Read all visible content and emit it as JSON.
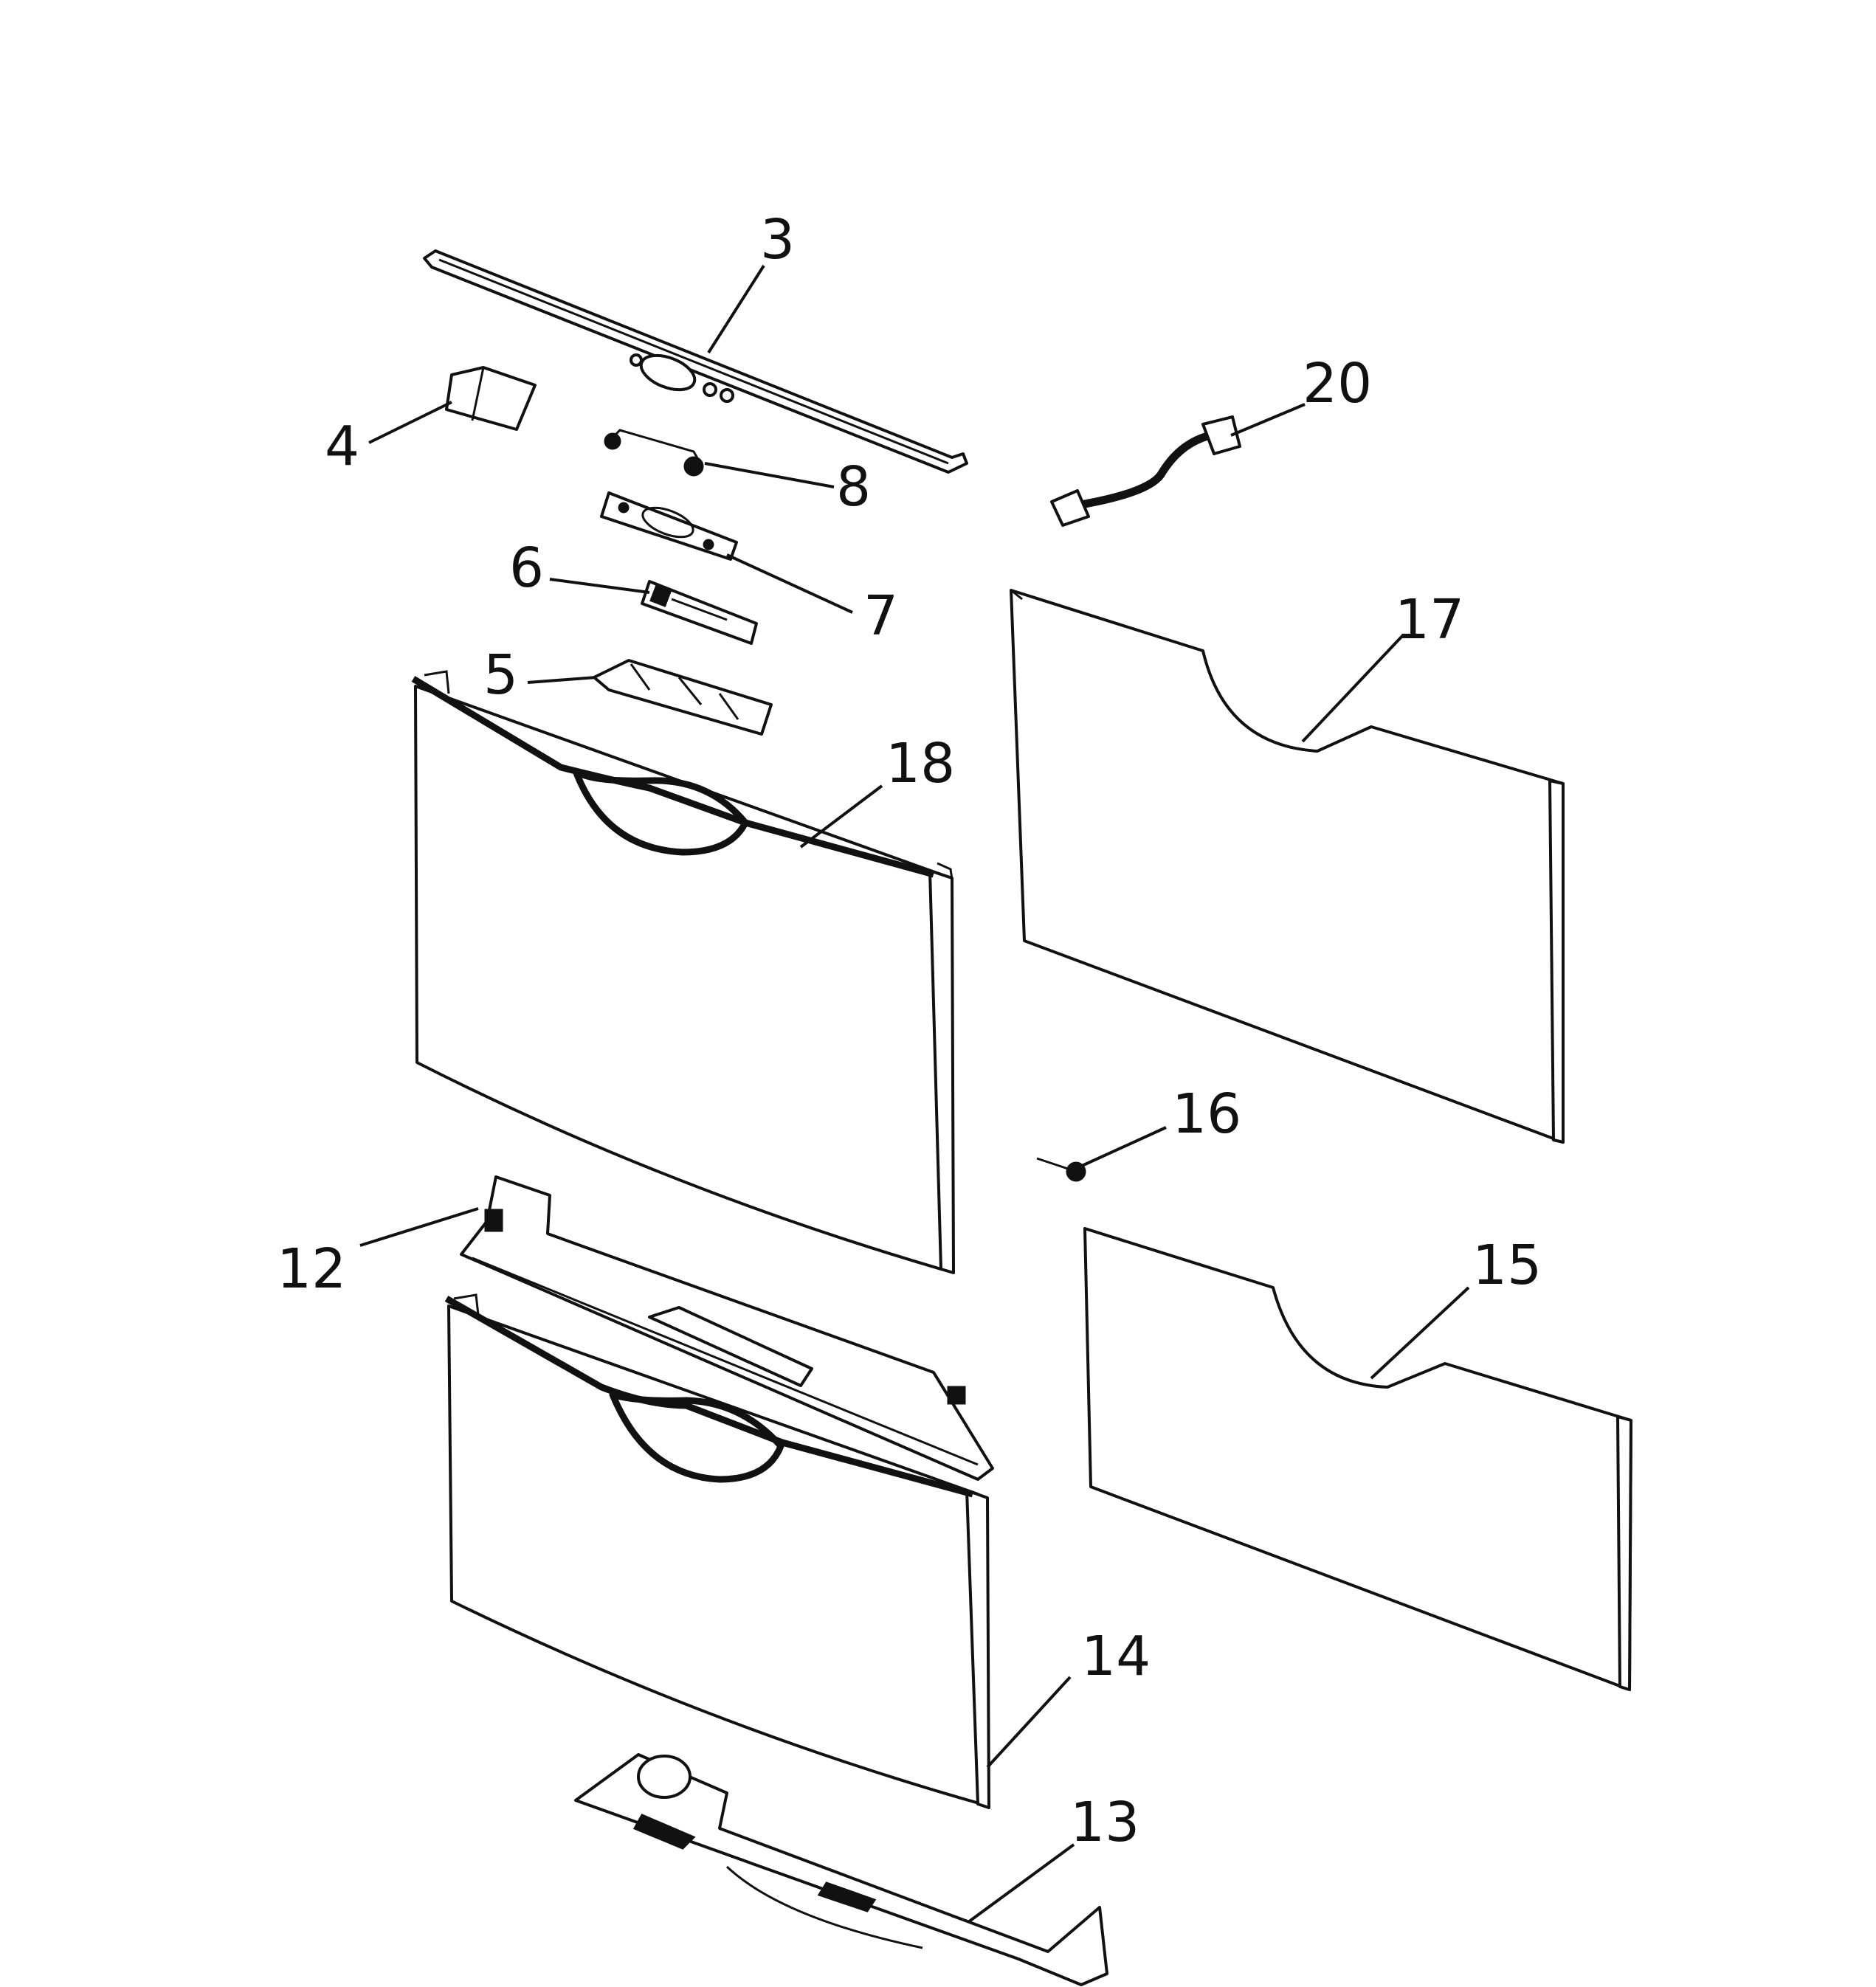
{
  "colors": {
    "line": "#111111",
    "background": "#ffffff"
  },
  "callouts": {
    "3": "3",
    "4": "4",
    "5": "5",
    "6": "6",
    "7": "7",
    "8": "8",
    "12": "12",
    "13": "13",
    "14": "14",
    "15": "15",
    "16": "16",
    "17": "17",
    "18": "18",
    "20": "20"
  }
}
